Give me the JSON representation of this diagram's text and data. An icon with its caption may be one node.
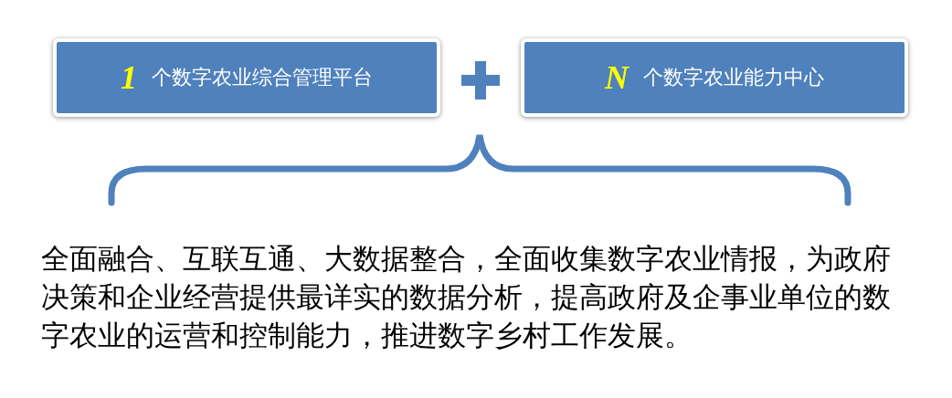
{
  "diagram": {
    "nodes": [
      {
        "text": [
          "1",
          "个数字农业综合管理平台"
        ]
      },
      {
        "text": [
          "N",
          "个数字农业能力中心"
        ]
      }
    ],
    "labels": [
      "全面融合、互联互通、大数据整合，全面收集数字农业情报，为政府决策和企业经营提供最详实的数据分析，提高政府及企事业单位的数字农业的运营和控制能力，推进数字乡村工作发展。"
    ]
  }
}
